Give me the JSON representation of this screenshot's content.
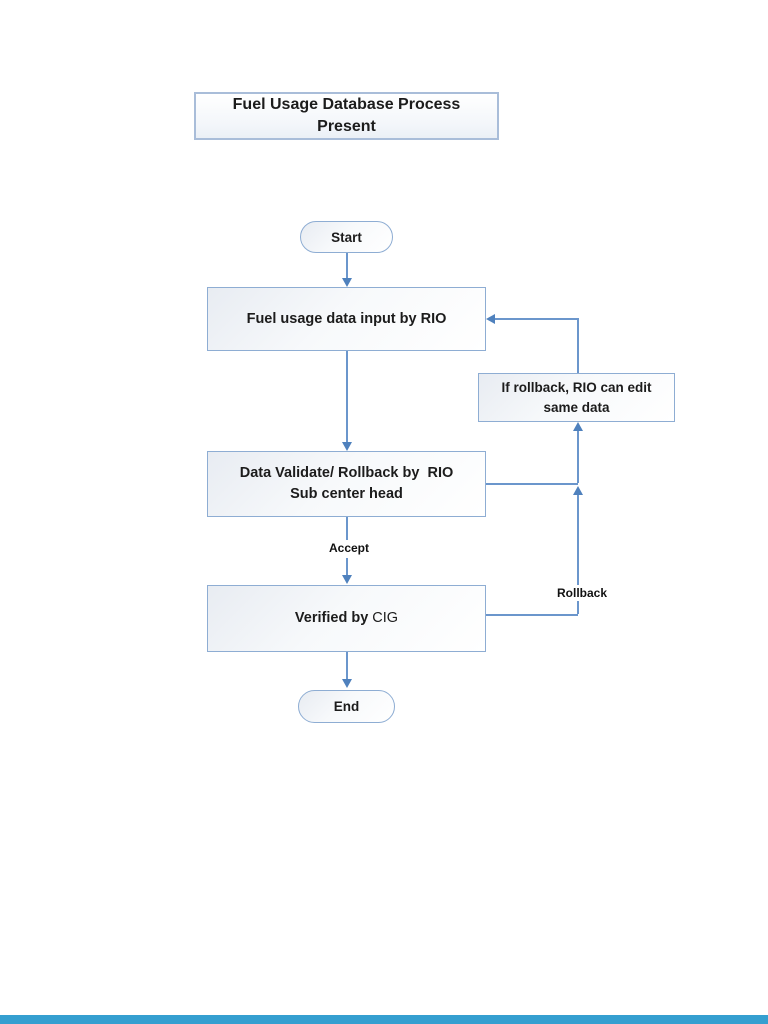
{
  "title": {
    "line1": "Fuel Usage Database Process",
    "line2": "Present"
  },
  "nodes": {
    "start": {
      "label": "Start"
    },
    "input": {
      "label": "Fuel usage data input by RIO"
    },
    "validate": {
      "line1": "Data Validate/ Rollback by  RIO",
      "line2": "Sub center head"
    },
    "verify": {
      "label_bold": "Verified by",
      "label_regular": "CIG"
    },
    "end": {
      "label": "End"
    },
    "rollback_note": {
      "line1": "If rollback, RIO can edit",
      "line2": "same data"
    }
  },
  "edges": {
    "accept_label": "Accept",
    "rollback_label": "Rollback"
  },
  "colors": {
    "connector_line": "#6b96cc",
    "arrowhead": "#4f81bd",
    "box_border": "#8eadd3",
    "title_border": "#a9bdd9",
    "text": "#1c1c1c",
    "footer_bar": "#359fd0"
  }
}
